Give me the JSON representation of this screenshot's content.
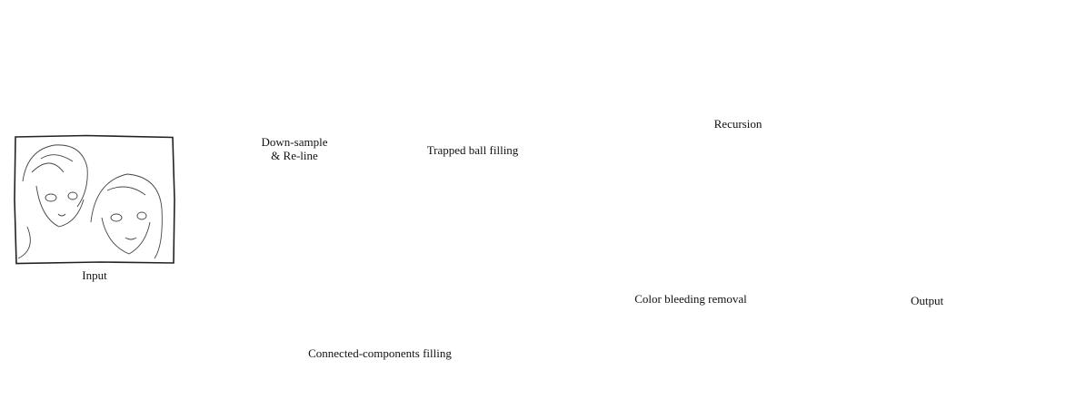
{
  "stages": {
    "input": {
      "label": "Input"
    },
    "downsample": {
      "line1": "Down-sample",
      "line2": "& Re-line"
    },
    "trapped": {
      "label": "Trapped ball filling"
    },
    "connected": {
      "label": "Connected-components filling"
    },
    "bleeding": {
      "label": "Color bleeding removal"
    },
    "recursion": {
      "label": "Recursion"
    },
    "output": {
      "label": "Output"
    }
  },
  "colors": {
    "frame_stroke": "#222222",
    "arrow": "#111111",
    "mask_fill_1": "#7b8f3a",
    "mask_fill_2": "#3f8f4b",
    "mask_fill_3": "#5fc4b6",
    "mask_fill_4": "#4f6fd8",
    "bleed_bg": "#6dbb48",
    "hair_purple": "#8a5ad6",
    "hair_green": "#8ee07e",
    "line_green": "#8fcf62"
  }
}
